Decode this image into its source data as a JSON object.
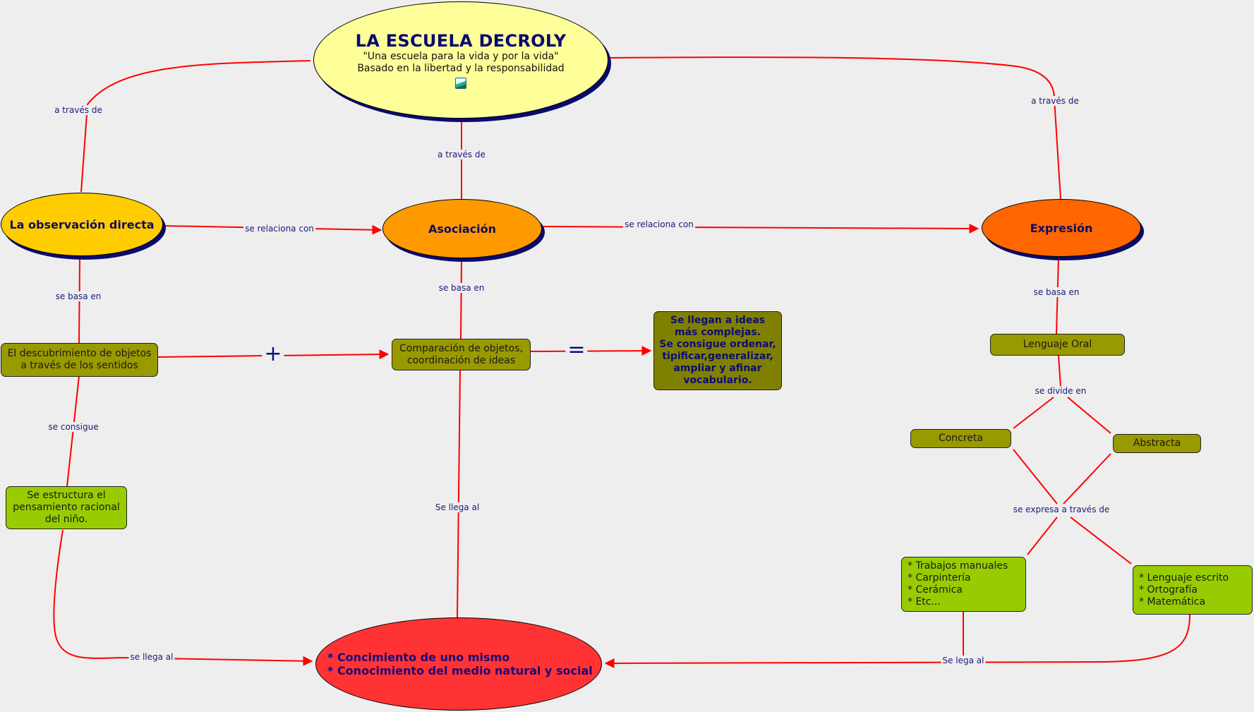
{
  "title_node": {
    "title": "LA ESCUELA DECROLY",
    "subtitle_1": "\"Una escuela para la vida y por la vida\"",
    "subtitle_2": "Basado en la libertad y la responsabilidad",
    "icon": "image-icon"
  },
  "concepts": {
    "observacion": "La observación directa",
    "asociacion": "Asociación",
    "expresion": "Expresión",
    "descubrimiento_1": "El descubrimiento de objetos",
    "descubrimiento_2": "a través de los sentidos",
    "comparacion_1": "Comparación de objetos,",
    "comparacion_2": "coordinación de ideas",
    "ideas_complejas": [
      "Se llegan a ideas",
      "más complejas.",
      "Se consigue ordenar,",
      "tipificar,generalizar,",
      "ampliar y afinar",
      "vocabulario."
    ],
    "estructura": [
      "Se estructura el",
      "pensamiento racional",
      "del niño."
    ],
    "lenguaje_oral": "Lenguaje Oral",
    "concreta": "Concreta",
    "abstracta": "Abstracta",
    "trabajos": [
      "* Trabajos manuales",
      "* Carpintería",
      "* Cerámica",
      "* Etc..."
    ],
    "lenguaje_escrito": [
      "* Lenguaje escrito",
      "* Ortografía",
      "* Matemática"
    ],
    "conocimiento": [
      "* Concimiento de uno mismo",
      "* Conocimiento del medio natural y social"
    ]
  },
  "link_labels": {
    "left_traves": "a través de",
    "center_traves": "a través de",
    "right_traves": "a través de",
    "relaciona_1": "se relaciona con",
    "relaciona_2": "se relaciona con",
    "basa_left": "se basa en",
    "basa_center": "se basa en",
    "basa_right": "se basa en",
    "consigue": "se consigue",
    "llega_left": "se llega al",
    "llega_center": "Se llega al",
    "lega_right": "Se lega al",
    "divide": "se divide en",
    "expresa": "se expresa a través de",
    "plus": "+",
    "equals": "="
  },
  "colors": {
    "link": "#ff0000",
    "title_fill": "#ffff99",
    "observacion_fill": "#ffcc00",
    "asociacion_fill": "#ff9900",
    "expresion_fill": "#ff6600",
    "conocimiento_fill": "#ff3333",
    "olive": "#999900",
    "olive_dark": "#808000",
    "green": "#99cc00"
  }
}
